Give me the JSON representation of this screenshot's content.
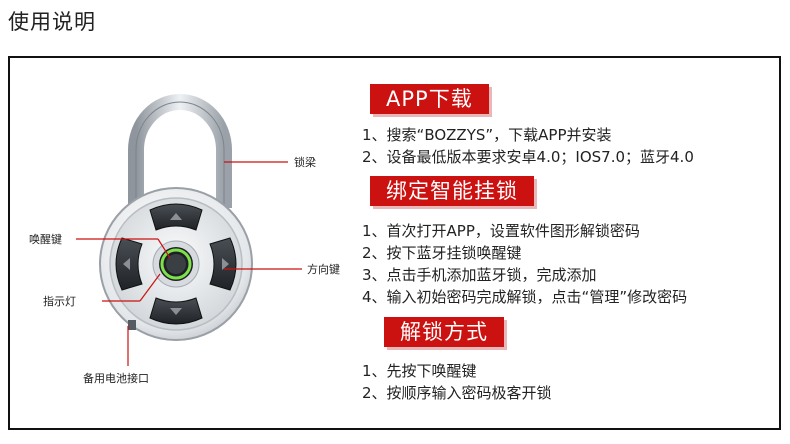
{
  "page_title": "使用说明",
  "callouts": {
    "shackle": "锁梁",
    "wake_key": "唤醒键",
    "direction_key": "方向键",
    "indicator": "指示灯",
    "backup_port": "备用电池接口"
  },
  "sections": [
    {
      "title": "APP下载",
      "steps": [
        "1、搜索“BOZZYS”，下载APP并安装",
        "2、设备最低版本要求安卓4.0；IOS7.0；蓝牙4.0"
      ]
    },
    {
      "title": "绑定智能挂锁",
      "steps": [
        "1、首次打开APP，设置软件图形解锁密码",
        "2、按下蓝牙挂锁唤醒键",
        "3、点击手机添加蓝牙锁，完成添加",
        "4、输入初始密码完成解锁，点击“管理”修改密码"
      ]
    },
    {
      "title": "解锁方式",
      "steps": [
        "1、先按下唤醒键",
        "2、按顺序输入密码极客开锁"
      ]
    }
  ],
  "colors": {
    "badge": "#cc1111",
    "indicator_ring": "#7ee04a",
    "callout_line": "#cc1111"
  }
}
